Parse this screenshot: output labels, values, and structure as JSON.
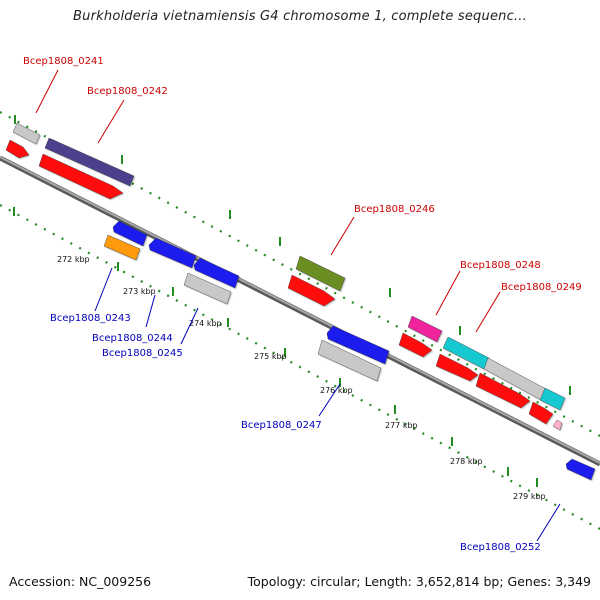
{
  "title": "Burkholderia vietnamiensis G4 chromosome 1, complete sequenc...",
  "footer": {
    "accession": "Accession: NC_009256",
    "summary": "Topology: circular; Length: 3,652,814 bp; Genes: 3,349"
  },
  "colors": {
    "backbone": "#7a7a7a",
    "forward_label": "#cc0000",
    "reverse_label": "#0000bb",
    "tick": "#228b22",
    "red": "#ff1010",
    "blue": "#1a1aee",
    "gray": "#c8c8c8",
    "navy": "#4b3f8c",
    "orange": "#ff9a10",
    "olive": "#6b8e23",
    "magenta": "#f0209c",
    "cyan": "#18c8d0",
    "pink": "#ffb0c8"
  },
  "scale_labels": [
    "272 kbp",
    "273 kbp",
    "274 kbp",
    "275 kbp",
    "276 kbp",
    "277 kbp",
    "278 kbp",
    "279 kbp"
  ],
  "gene_labels": {
    "bcep0241": "Bcep1808_0241",
    "bcep0242": "Bcep1808_0242",
    "bcep0243": "Bcep1808_0243",
    "bcep0244": "Bcep1808_0244",
    "bcep0245": "Bcep1808_0245",
    "bcep0246": "Bcep1808_0246",
    "bcep0247": "Bcep1808_0247",
    "bcep0248": "Bcep1808_0248",
    "bcep0249": "Bcep1808_0249",
    "bcep0252": "Bcep1808_0252"
  }
}
